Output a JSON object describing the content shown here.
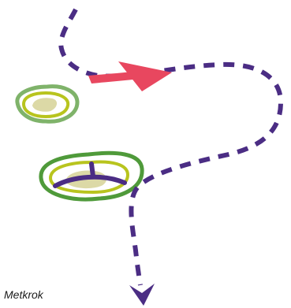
{
  "caption": "Metkrok",
  "colors": {
    "route": "#4b2d84",
    "arrow": "#e8475f",
    "contour_outer": "#4f9a3a",
    "contour_outer_light": "#7fb36a",
    "contour_mid": "#b8c41e",
    "contour_inner": "#dcd9a6",
    "background": "#ffffff"
  },
  "elements": {
    "route": "dashed-route-line",
    "direction_arrow": "red-direction-arrow",
    "end_marker": "arrowhead-end-marker",
    "hill_small": "small-hill-contours",
    "hill_large": "large-hill-contours",
    "hill_crossing": "route-crossing-ridge"
  }
}
